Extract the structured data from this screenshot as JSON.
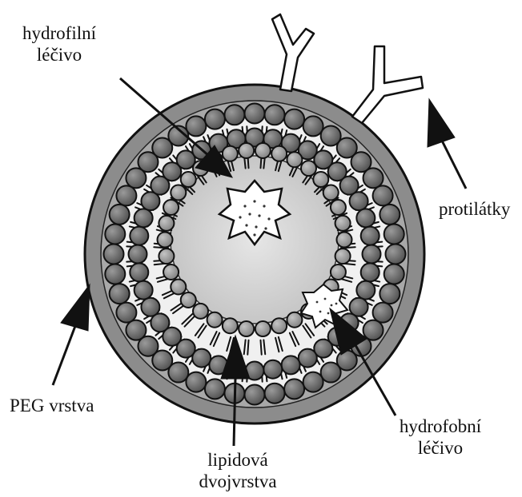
{
  "labels": {
    "hydrophilic_drug": [
      "hydrofilní",
      "léčivo"
    ],
    "antibodies": "protilátky",
    "peg_layer": "PEG vrstva",
    "hydrophobic_drug": [
      "hydrofobní",
      "léčivo"
    ],
    "lipid_bilayer": [
      "lipidová",
      "dvojvrstva"
    ]
  },
  "colors": {
    "outer_ring": "#8c8c8c",
    "head_fill": "#6e6e6e",
    "inner_head_fill": "#9a9a9a",
    "aqueous_core": "#d6d6d6",
    "interior_layer": "#f0f0f0",
    "drug_fill": "#ffffff",
    "line": "#111111"
  }
}
